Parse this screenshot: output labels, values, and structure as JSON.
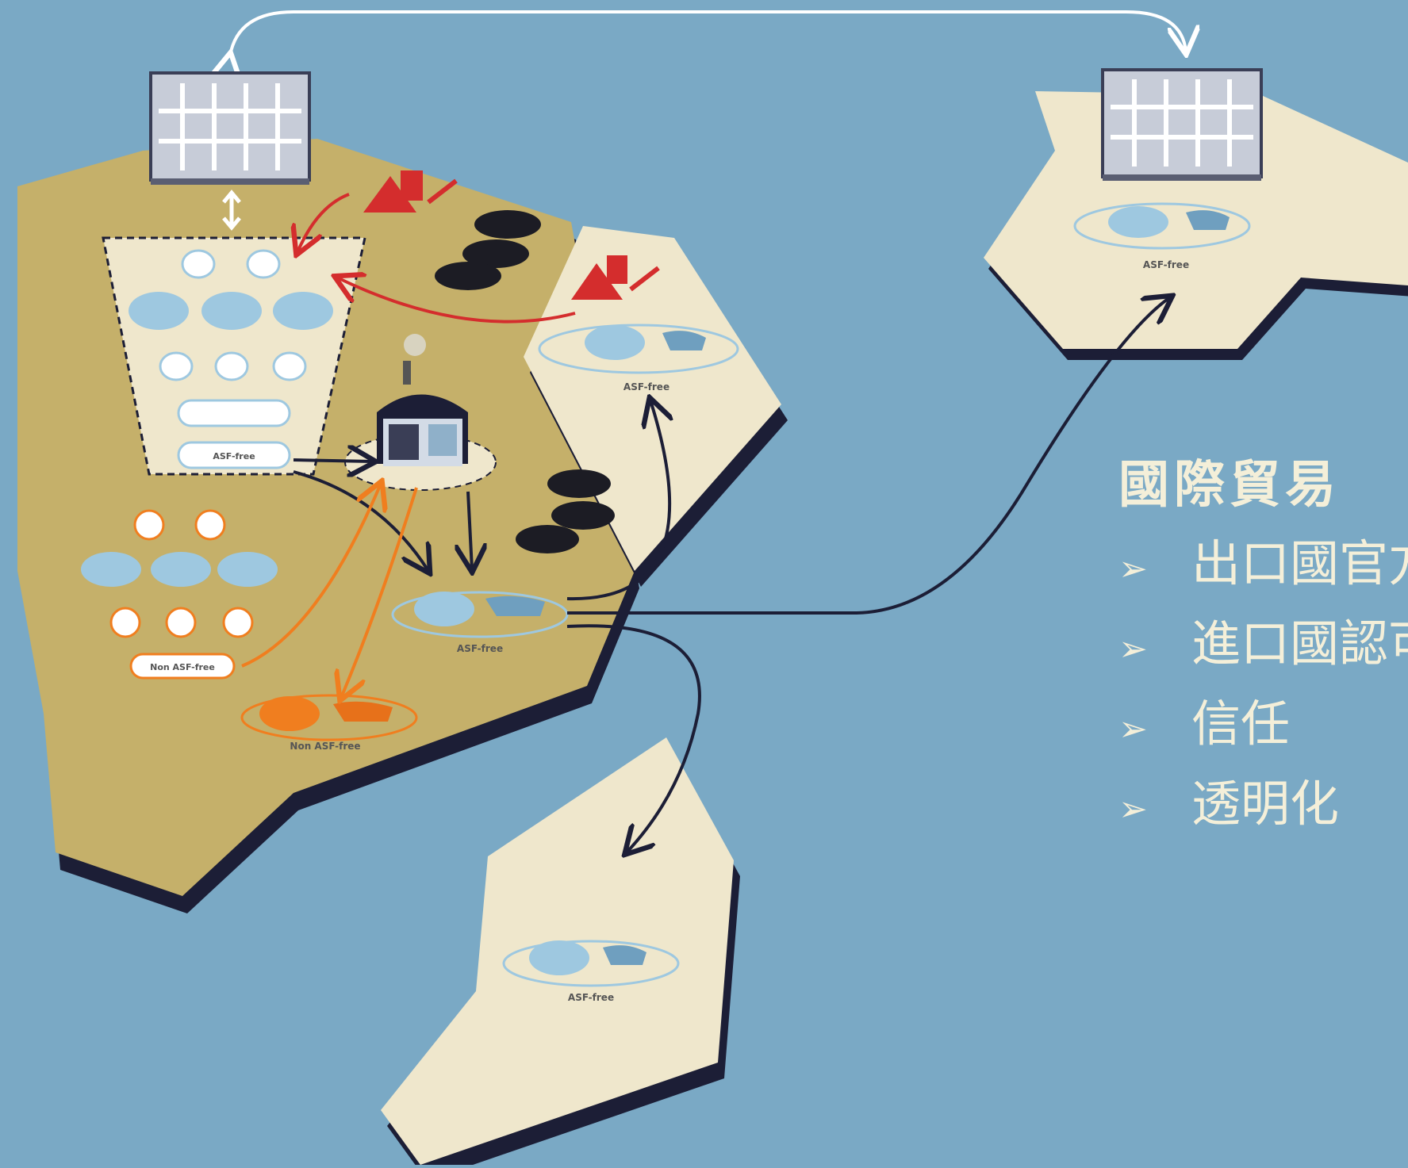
{
  "title": "國際貿易",
  "bullets": [
    {
      "icon": "arrowhead-bullet-icon",
      "text": "出口國官方"
    },
    {
      "icon": "arrowhead-bullet-icon",
      "text": "進口國認可"
    },
    {
      "icon": "arrowhead-bullet-icon",
      "text": "信任"
    },
    {
      "icon": "arrowhead-bullet-icon",
      "text": "透明化"
    }
  ],
  "bullet_glyph": "➢",
  "diagram_labels": {
    "asf_free": "ASF-free",
    "non_asf_free": "Non ASF-free",
    "non_asf_free_node": "Non ASF-free",
    "compartment_asf_free": "ASF-free"
  },
  "colors": {
    "sea": "#7aa9c5",
    "mainland": "#c5b06a",
    "other_land": "#efe7cc",
    "land_edge": "#1c1e36",
    "asf_free_pigs": "#9ec8e0",
    "non_asf_free_pigs": "#f07e1f",
    "wild_boar": "#1c1c24",
    "risk_red": "#d42d2d",
    "panel_text": "#f4efd9"
  }
}
